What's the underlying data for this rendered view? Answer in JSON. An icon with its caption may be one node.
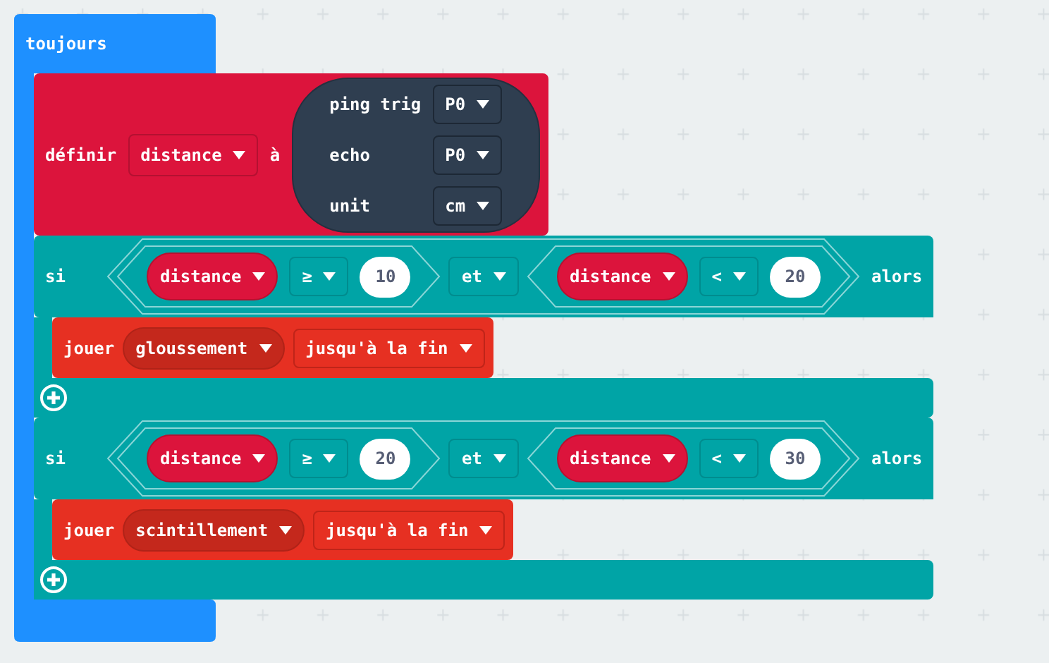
{
  "diagram": {
    "nodes": [
      {
        "text": [
          "toujours"
        ]
      },
      {
        "text": [
          "définir",
          "à"
        ]
      },
      {
        "text": [
          "distance"
        ],
        "in": 1
      },
      {
        "text": [
          "ping trig",
          "echo",
          "unit"
        ],
        "in": 1
      },
      {
        "text": [
          "P0"
        ],
        "in": 3
      },
      {
        "text": [
          "P0"
        ],
        "in": 3
      },
      {
        "text": [
          "cm"
        ],
        "in": 3
      },
      {
        "text": [
          "si",
          "alors"
        ]
      },
      {
        "text": [],
        "shape": "hexagon",
        "in": 7
      },
      {
        "text": [],
        "shape": "hexagon",
        "in": 8
      },
      {
        "text": [
          "distance"
        ],
        "in": 9
      },
      {
        "text": [
          "≥"
        ],
        "in": 9
      },
      {
        "text": [
          "10"
        ],
        "in": 9
      },
      {
        "text": [
          "et"
        ],
        "in": 8
      },
      {
        "text": [],
        "shape": "hexagon",
        "in": 8
      },
      {
        "text": [
          "distance"
        ],
        "in": 14
      },
      {
        "text": [
          "<"
        ],
        "in": 14
      },
      {
        "text": [
          "20"
        ],
        "in": 14
      },
      {
        "text": [
          "jouer"
        ],
        "in": 7
      },
      {
        "text": [
          "gloussement"
        ],
        "in": 18
      },
      {
        "text": [
          "jusqu'à la fin"
        ],
        "in": 18
      },
      {
        "text": [
          "si",
          "alors"
        ]
      },
      {
        "text": [],
        "shape": "hexagon",
        "in": 21
      },
      {
        "text": [],
        "shape": "hexagon",
        "in": 22
      },
      {
        "text": [
          "distance"
        ],
        "in": 23
      },
      {
        "text": [
          "≥"
        ],
        "in": 23
      },
      {
        "text": [
          "20"
        ],
        "in": 23
      },
      {
        "text": [
          "et"
        ],
        "in": 22
      },
      {
        "text": [],
        "shape": "hexagon",
        "in": 22
      },
      {
        "text": [
          "distance"
        ],
        "in": 28
      },
      {
        "text": [
          "<"
        ],
        "in": 28
      },
      {
        "text": [
          "30"
        ],
        "in": 28
      },
      {
        "text": [
          "jouer"
        ],
        "in": 21
      },
      {
        "text": [
          "scintillement"
        ],
        "in": 32
      },
      {
        "text": [
          "jusqu'à la fin"
        ],
        "in": 32
      }
    ]
  }
}
